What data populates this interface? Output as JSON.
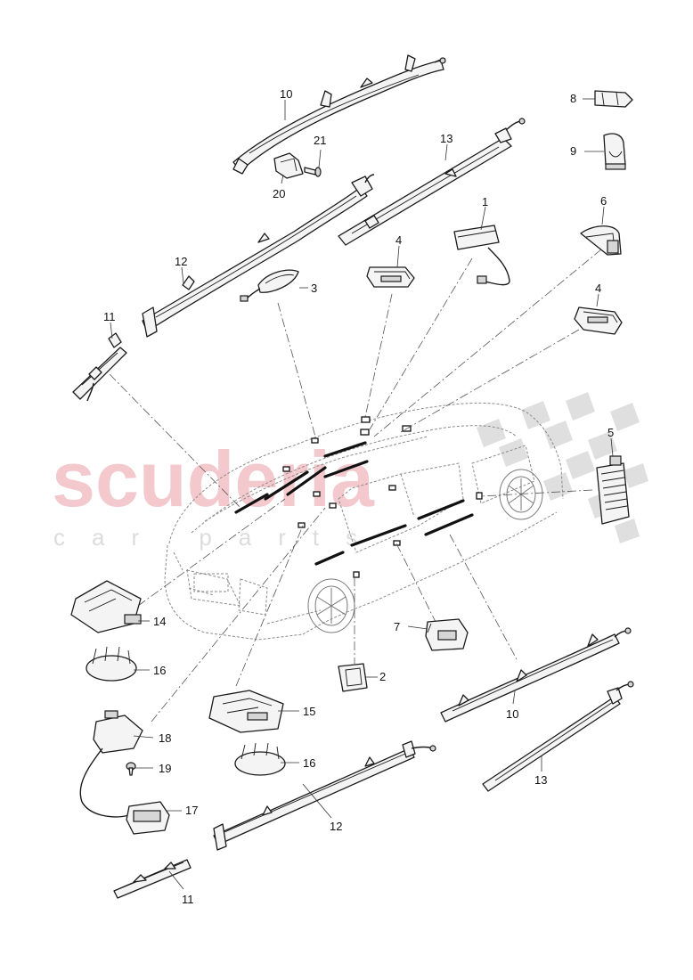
{
  "watermark": {
    "brand": "scuderia",
    "sub": "car parts",
    "brand_color": "#f2c4c8",
    "sub_color": "#d9d9d9"
  },
  "callouts": {
    "p1": "1",
    "p2": "2",
    "p3": "3",
    "p4a": "4",
    "p4b": "4",
    "p5": "5",
    "p6": "6",
    "p7": "7",
    "p8": "8",
    "p9": "9",
    "p10a": "10",
    "p10b": "10",
    "p11a": "11",
    "p11b": "11",
    "p12a": "12",
    "p12b": "12",
    "p13a": "13",
    "p13b": "13",
    "p14": "14",
    "p15": "15",
    "p16a": "16",
    "p16b": "16",
    "p17": "17",
    "p18": "18",
    "p19": "19",
    "p20": "20",
    "p21": "21"
  },
  "colors": {
    "line": "#1a1a1a",
    "part_fill": "#f4f4f4",
    "vehicle_outline": "#8a8a8a"
  }
}
